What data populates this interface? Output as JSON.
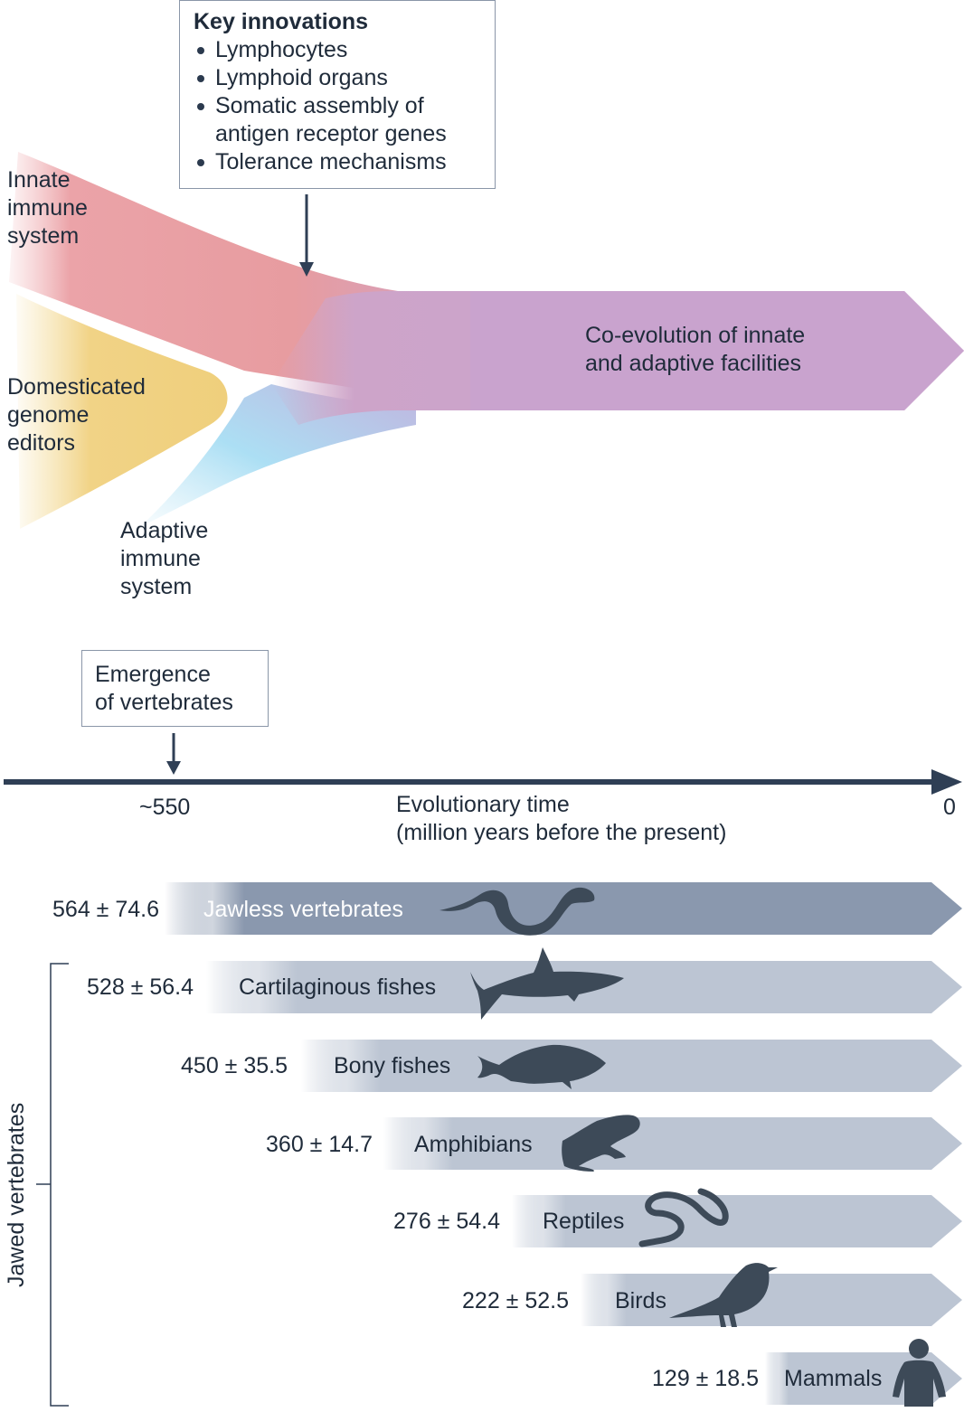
{
  "colors": {
    "innate": "#e79aa0",
    "genome": "#f0d17f",
    "adaptive": "#aee0f4",
    "coevolution": "#c9a3ce",
    "axis": "#2f3f55",
    "jawless_bar": "#8a98ae",
    "jawed_bar": "#bcc5d3",
    "silhouette": "#3d4a58"
  },
  "key_innovations": {
    "title": "Key innovations",
    "items": [
      "Lymphocytes",
      "Lymphoid organs",
      "Somatic assembly of antigen receptor genes",
      "Tolerance mechanisms"
    ],
    "item_lines": [
      [
        "Lymphocytes"
      ],
      [
        "Lymphoid organs"
      ],
      [
        "Somatic assembly of",
        "antigen receptor genes"
      ],
      [
        "Tolerance mechanisms"
      ]
    ]
  },
  "streams": {
    "innate": [
      "Innate",
      "immune",
      "system"
    ],
    "genome": [
      "Domesticated",
      "genome",
      "editors"
    ],
    "adaptive": [
      "Adaptive",
      "immune",
      "system"
    ],
    "coevolution": [
      "Co-evolution of innate",
      "and adaptive facilities"
    ]
  },
  "emergence": [
    "Emergence",
    "of vertebrates"
  ],
  "timeline": {
    "start_label": "~550",
    "end_label": "0",
    "axis_label": [
      "Evolutionary time",
      "(million years before the present)"
    ]
  },
  "group_label": "Jawed vertebrates",
  "lineages": [
    {
      "date": "564 ± 74.6",
      "name": "Jawless vertebrates",
      "icon": "lamprey-icon"
    },
    {
      "date": "528 ± 56.4",
      "name": "Cartilaginous fishes",
      "icon": "shark-icon"
    },
    {
      "date": "450 ± 35.5",
      "name": "Bony fishes",
      "icon": "fish-icon"
    },
    {
      "date": "360 ± 14.7",
      "name": "Amphibians",
      "icon": "frog-icon"
    },
    {
      "date": "276 ± 54.4",
      "name": "Reptiles",
      "icon": "snake-icon"
    },
    {
      "date": "222 ± 52.5",
      "name": "Birds",
      "icon": "bird-icon"
    },
    {
      "date": "129 ± 18.5",
      "name": "Mammals",
      "icon": "human-icon"
    }
  ]
}
